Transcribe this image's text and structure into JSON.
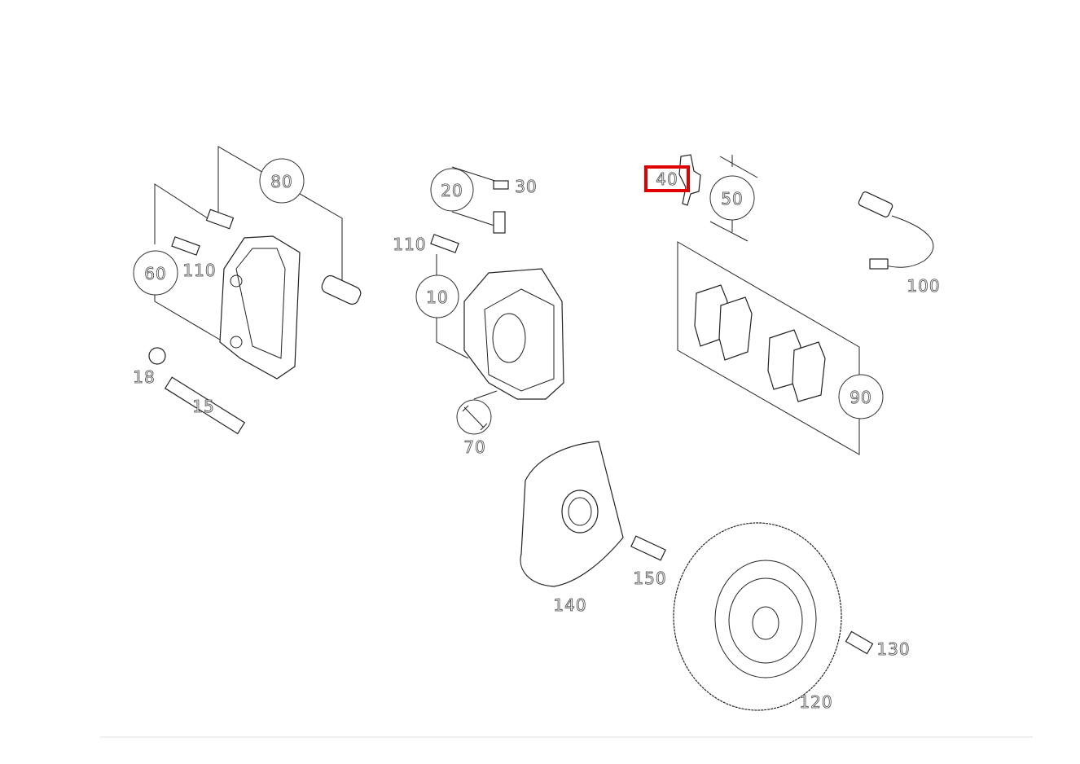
{
  "diagram": {
    "highlight_color": "#e00000",
    "highlighted_part": "40",
    "labels": {
      "p80": "80",
      "p60": "60",
      "p110a": "110",
      "p18": "18",
      "p15": "15",
      "p20": "20",
      "p30": "30",
      "p110b": "110",
      "p10": "10",
      "p70": "70",
      "p40": "40",
      "p50": "50",
      "p100": "100",
      "p90": "90",
      "p140": "140",
      "p150": "150",
      "p120": "120",
      "p130": "130"
    }
  }
}
